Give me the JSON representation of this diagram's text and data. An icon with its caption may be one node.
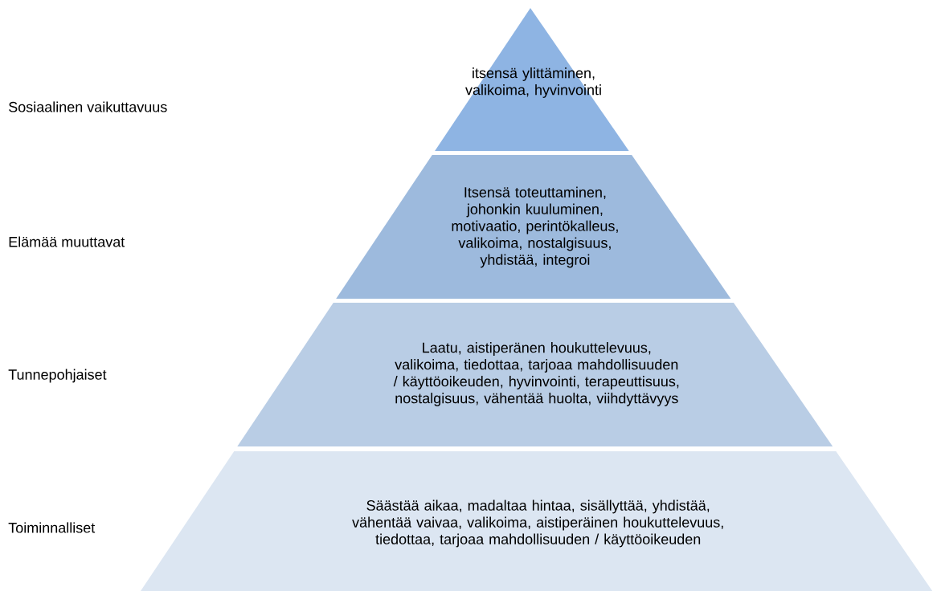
{
  "diagram": {
    "nodes": [
      {
        "text": [
          "itsensä ylittäminen, valikoima, hyvinvointi"
        ]
      },
      {
        "text": [
          "Itsensä toteuttaminen, johonkin kuuluminen, motivaatio, perintökalleus, valikoima, nostalgisuus, yhdistää, integroi"
        ]
      },
      {
        "text": [
          "Laatu, aistiperänen houkuttelevuus, valikoima, tiedottaa, tarjoaa mahdollisuuden / käyttöoikeuden, hyvinvointi, terapeuttisuus, nostalgisuus, vähentää huolta, viihdyttävyys"
        ]
      },
      {
        "text": [
          "Säästää aikaa, madaltaa hintaa, sisällyttää, yhdistää, vähentää vaivaa, valikoima, aistiperäinen houkuttelevuus, tiedottaa, tarjoaa mahdollisuuden / käyttöoikeuden"
        ]
      }
    ],
    "labels": [
      "Sosiaalinen vaikuttavuus",
      "Elämää muuttavat",
      "Tunnepohjaiset",
      "Toiminnalliset"
    ]
  }
}
